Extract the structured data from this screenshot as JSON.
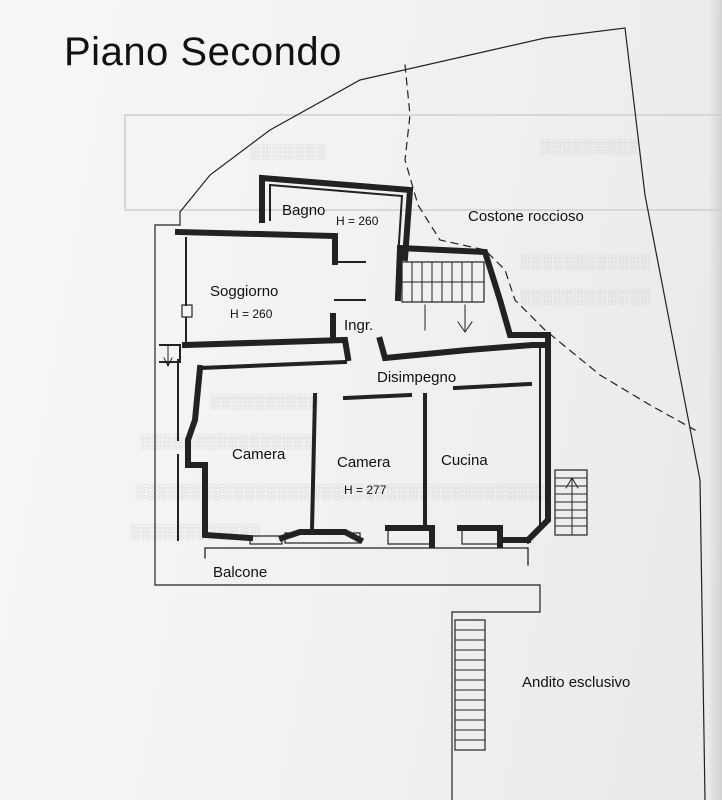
{
  "title": "Piano Secondo",
  "rooms": {
    "bagno": {
      "name": "Bagno",
      "height": "H = 260"
    },
    "soggiorno": {
      "name": "Soggiorno",
      "height": "H = 260"
    },
    "ingresso": {
      "name": "Ingr."
    },
    "disimpegno": {
      "name": "Disimpegno"
    },
    "camera1": {
      "name": "Camera"
    },
    "camera2": {
      "name": "Camera",
      "height": "H = 277"
    },
    "cucina": {
      "name": "Cucina"
    },
    "balcone": {
      "name": "Balcone"
    }
  },
  "areas": {
    "rock": "Costone roccioso",
    "andito": "Andito esclusivo"
  },
  "colors": {
    "ink": "#222222",
    "paper": "#f3f3f3",
    "bleed_text": "#b9b9b9"
  }
}
